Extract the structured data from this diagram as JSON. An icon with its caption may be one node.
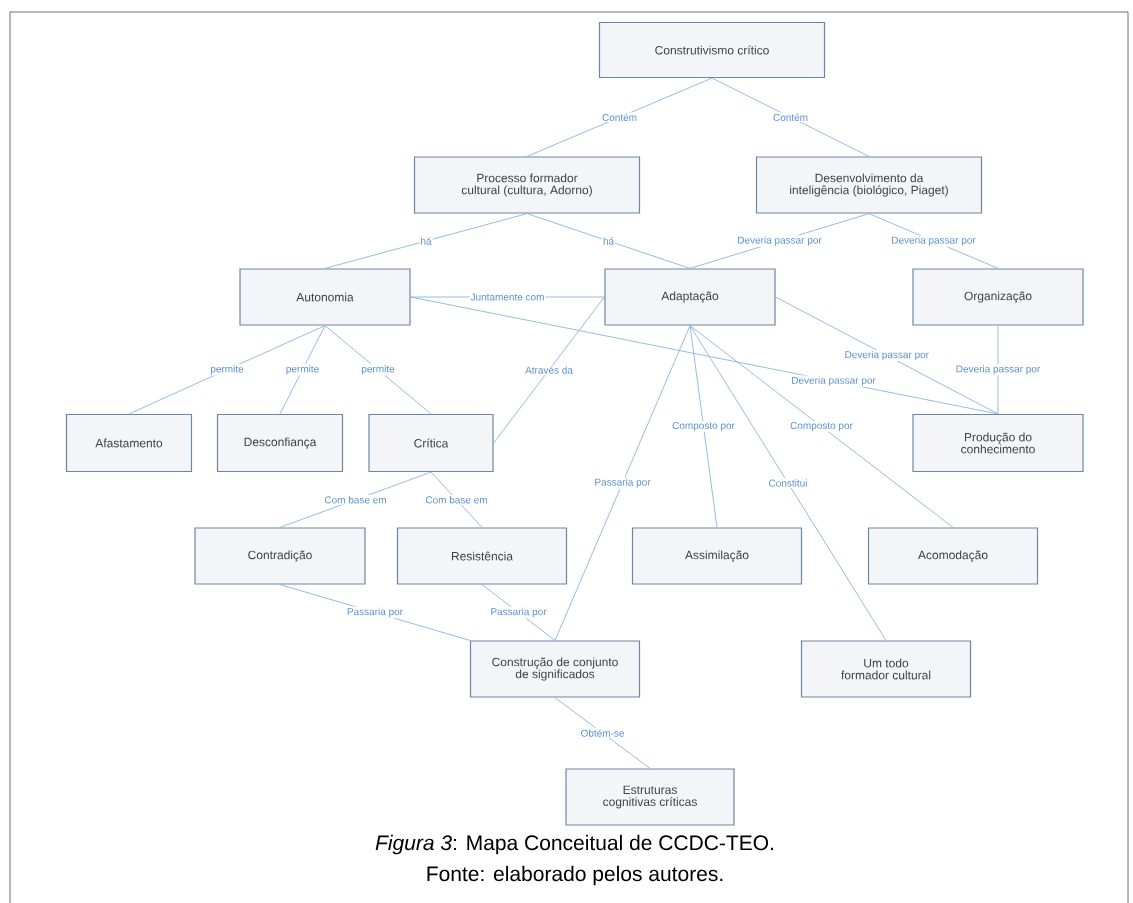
{
  "diagram": {
    "caption": "*Figura 3*: Mapa Conceitual de CCDC-TEO.",
    "nodes": [
      {
        "text": [
          "Construtivismo crítico"
        ]
      },
      {
        "text": [
          "Processo formador cultural (cultura, Adorno)"
        ]
      },
      {
        "text": [
          "Desenvolvimento da inteligência (biológico, Piaget)"
        ]
      },
      {
        "text": [
          "Autonomia"
        ]
      },
      {
        "text": [
          "Adaptação"
        ]
      },
      {
        "text": [
          "Organização"
        ]
      },
      {
        "text": [
          "Afastamento"
        ]
      },
      {
        "text": [
          "Desconfiança"
        ]
      },
      {
        "text": [
          "Crítica"
        ]
      },
      {
        "text": [
          "Produção do conhecimento"
        ]
      },
      {
        "text": [
          "Contradição"
        ]
      },
      {
        "text": [
          "Resistência"
        ]
      },
      {
        "text": [
          "Assimilação"
        ]
      },
      {
        "text": [
          "Acomodação"
        ]
      },
      {
        "text": [
          "Construção de conjunto de significados"
        ]
      },
      {
        "text": [
          "Um todo formador cultural"
        ]
      },
      {
        "text": [
          "Estruturas cognitivas críticas"
        ]
      }
    ],
    "edges": [
      {
        "from": 0,
        "to": 1,
        "arrow": "none",
        "label": "Contém"
      },
      {
        "from": 0,
        "to": 2,
        "arrow": "none",
        "label": "Contém"
      },
      {
        "from": 1,
        "to": 3,
        "arrow": "none",
        "label": "há"
      },
      {
        "from": 1,
        "to": 4,
        "arrow": "none",
        "label": "há"
      },
      {
        "from": 2,
        "to": 4,
        "arrow": "none",
        "label": "Deveria passar por"
      },
      {
        "from": 2,
        "to": 5,
        "arrow": "none",
        "label": "Deveria passar por"
      },
      {
        "from": 3,
        "to": 4,
        "arrow": "none",
        "label": "Juntamente com"
      },
      {
        "from": 3,
        "to": 6,
        "arrow": "none",
        "label": "permite"
      },
      {
        "from": 3,
        "to": 7,
        "arrow": "none",
        "label": "permite"
      },
      {
        "from": 3,
        "to": 8,
        "arrow": "none",
        "label": "permite"
      },
      {
        "from": 3,
        "to": 9,
        "arrow": "none",
        "label": "Deveria passar por"
      },
      {
        "from": 4,
        "to": 8,
        "arrow": "none",
        "label": "Através da"
      },
      {
        "from": 4,
        "to": 9,
        "arrow": "none",
        "label": "Deveria passar por"
      },
      {
        "from": 5,
        "to": 9,
        "arrow": "none",
        "label": "Deveria passar por"
      },
      {
        "from": 4,
        "to": 14,
        "arrow": "none",
        "label": "Passaria por"
      },
      {
        "from": 4,
        "to": 12,
        "arrow": "none",
        "label": "Composto por"
      },
      {
        "from": 4,
        "to": 13,
        "arrow": "none",
        "label": "Composto por"
      },
      {
        "from": 4,
        "to": 15,
        "arrow": "none",
        "label": "Constitui"
      },
      {
        "from": 8,
        "to": 10,
        "arrow": "none",
        "label": "Com base em"
      },
      {
        "from": 8,
        "to": 11,
        "arrow": "none",
        "label": "Com base em"
      },
      {
        "from": 10,
        "to": 14,
        "arrow": "none",
        "label": "Passaria por"
      },
      {
        "from": 11,
        "to": 14,
        "arrow": "none",
        "label": "Passaria por"
      },
      {
        "from": 14,
        "to": 16,
        "arrow": "none",
        "label": "Obtém-se"
      }
    ],
    "labels": [
      "Fonte: elaborado pelos autores."
    ]
  }
}
